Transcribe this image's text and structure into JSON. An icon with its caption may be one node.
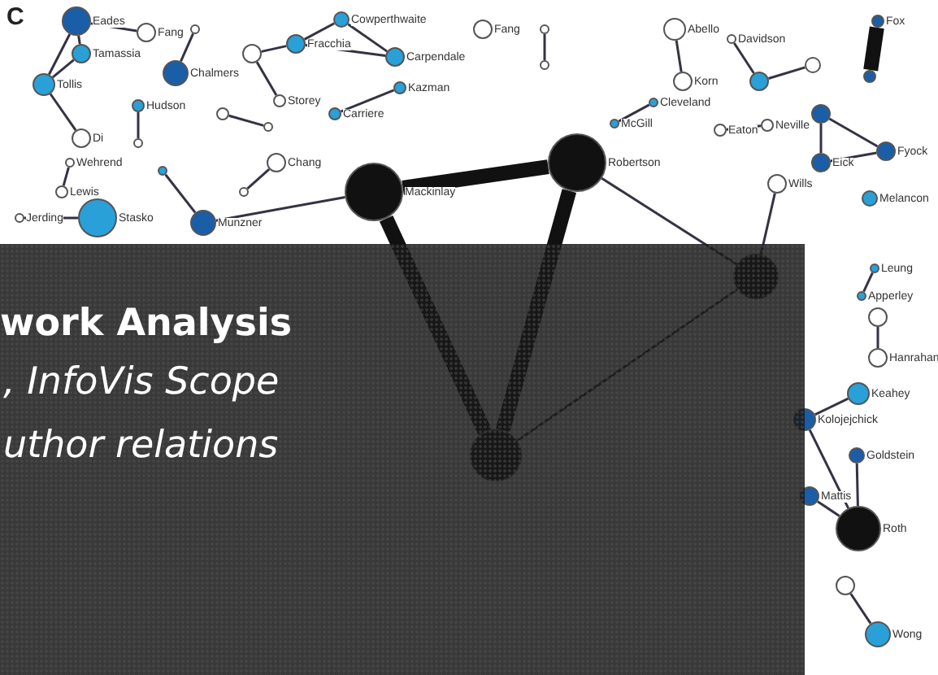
{
  "diagram": {
    "nodes": [
      {
        "text": [
          "Eades"
        ]
      },
      {
        "text": [
          "Fang"
        ]
      },
      {
        "text": [
          "Tamassia"
        ]
      },
      {
        "text": [
          "Tollis"
        ]
      },
      {
        "text": [
          "Di"
        ]
      },
      {
        "text": [],
        "shape": "circle"
      },
      {
        "text": [
          "Chalmers"
        ]
      },
      {
        "text": [
          "Hudson"
        ]
      },
      {
        "text": [],
        "shape": "circle"
      },
      {
        "text": [],
        "shape": "circle"
      },
      {
        "text": [
          "Fracchia"
        ]
      },
      {
        "text": [
          "Cowperthwaite"
        ]
      },
      {
        "text": [
          "Carpendale"
        ]
      },
      {
        "text": [
          "Storey"
        ]
      },
      {
        "text": [
          "Kazman"
        ]
      },
      {
        "text": [
          "Carriere"
        ]
      },
      {
        "text": [],
        "shape": "circle"
      },
      {
        "text": [],
        "shape": "circle"
      },
      {
        "text": [
          "Wehrend"
        ]
      },
      {
        "text": [
          "Lewis"
        ]
      },
      {
        "text": [
          "Stasko"
        ]
      },
      {
        "text": [
          "Jerding"
        ]
      },
      {
        "text": [],
        "shape": "circle"
      },
      {
        "text": [
          "Munzner"
        ]
      },
      {
        "text": [
          "Chang"
        ]
      },
      {
        "text": [],
        "shape": "circle"
      },
      {
        "text": [
          "Mackinlay"
        ]
      },
      {
        "text": [
          "Robertson"
        ]
      },
      {
        "text": [],
        "shape": "circle"
      },
      {
        "text": [],
        "shape": "circle"
      },
      {
        "text": [
          "Fang"
        ]
      },
      {
        "text": [],
        "shape": "circle"
      },
      {
        "text": [],
        "shape": "circle"
      },
      {
        "text": [
          "Abello"
        ]
      },
      {
        "text": [
          "Korn"
        ]
      },
      {
        "text": [
          "Davidson"
        ]
      },
      {
        "text": [],
        "shape": "circle"
      },
      {
        "text": [],
        "shape": "circle"
      },
      {
        "text": [
          "Fox"
        ]
      },
      {
        "text": [],
        "shape": "circle"
      },
      {
        "text": [
          "McGill"
        ]
      },
      {
        "text": [
          "Cleveland"
        ]
      },
      {
        "text": [
          "Eaton"
        ]
      },
      {
        "text": [
          "Neville"
        ]
      },
      {
        "text": [],
        "shape": "circle"
      },
      {
        "text": [
          "Eick"
        ]
      },
      {
        "text": [
          "Fyock"
        ]
      },
      {
        "text": [
          "Wills"
        ]
      },
      {
        "text": [
          "Melancon"
        ]
      },
      {
        "text": [
          "Leung"
        ]
      },
      {
        "text": [
          "Apperley"
        ]
      },
      {
        "text": [],
        "shape": "circle"
      },
      {
        "text": [
          "Hanrahan"
        ]
      },
      {
        "text": [
          "Keahey"
        ]
      },
      {
        "text": [
          "Kolojejchick"
        ]
      },
      {
        "text": [
          "Goldstein"
        ]
      },
      {
        "text": [
          "Mattis"
        ]
      },
      {
        "text": [
          "Roth"
        ]
      },
      {
        "text": [],
        "shape": "circle"
      },
      {
        "text": [
          "Wong"
        ]
      }
    ],
    "edges": [
      {
        "from": 0,
        "to": 1,
        "arrow": "none"
      },
      {
        "from": 0,
        "to": 2,
        "arrow": "none"
      },
      {
        "from": 0,
        "to": 3,
        "arrow": "none"
      },
      {
        "from": 2,
        "to": 3,
        "arrow": "none"
      },
      {
        "from": 3,
        "to": 4,
        "arrow": "none"
      },
      {
        "from": 5,
        "to": 6,
        "arrow": "none"
      },
      {
        "from": 7,
        "to": 8,
        "arrow": "none"
      },
      {
        "from": 9,
        "to": 10,
        "arrow": "none"
      },
      {
        "from": 9,
        "to": 13,
        "arrow": "none"
      },
      {
        "from": 10,
        "to": 11,
        "arrow": "none"
      },
      {
        "from": 10,
        "to": 12,
        "arrow": "none"
      },
      {
        "from": 11,
        "to": 12,
        "arrow": "none"
      },
      {
        "from": 14,
        "to": 15,
        "arrow": "none"
      },
      {
        "from": 16,
        "to": 17,
        "arrow": "none"
      },
      {
        "from": 18,
        "to": 19,
        "arrow": "none"
      },
      {
        "from": 20,
        "to": 21,
        "arrow": "none"
      },
      {
        "from": 22,
        "to": 23,
        "arrow": "none"
      },
      {
        "from": 24,
        "to": 25,
        "arrow": "none"
      },
      {
        "from": 26,
        "to": 27,
        "arrow": "none",
        "style": "thick"
      },
      {
        "from": 26,
        "to": 28,
        "arrow": "none",
        "style": "thick"
      },
      {
        "from": 27,
        "to": 28,
        "arrow": "none",
        "style": "thick"
      },
      {
        "from": 26,
        "to": 23,
        "arrow": "none"
      },
      {
        "from": 27,
        "to": 29,
        "arrow": "none"
      },
      {
        "from": 28,
        "to": 29,
        "arrow": "none"
      },
      {
        "from": 31,
        "to": 32,
        "arrow": "none"
      },
      {
        "from": 33,
        "to": 34,
        "arrow": "none"
      },
      {
        "from": 35,
        "to": 36,
        "arrow": "none"
      },
      {
        "from": 36,
        "to": 37,
        "arrow": "none"
      },
      {
        "from": 38,
        "to": 39,
        "arrow": "none",
        "style": "thick"
      },
      {
        "from": 40,
        "to": 41,
        "arrow": "none"
      },
      {
        "from": 42,
        "to": 43,
        "arrow": "none"
      },
      {
        "from": 44,
        "to": 45,
        "arrow": "none"
      },
      {
        "from": 44,
        "to": 46,
        "arrow": "none"
      },
      {
        "from": 45,
        "to": 46,
        "arrow": "none"
      },
      {
        "from": 47,
        "to": 29,
        "arrow": "none"
      },
      {
        "from": 49,
        "to": 50,
        "arrow": "none"
      },
      {
        "from": 51,
        "to": 52,
        "arrow": "none"
      },
      {
        "from": 53,
        "to": 54,
        "arrow": "none"
      },
      {
        "from": 54,
        "to": 57,
        "arrow": "none"
      },
      {
        "from": 55,
        "to": 57,
        "arrow": "none"
      },
      {
        "from": 56,
        "to": 57,
        "arrow": "none"
      },
      {
        "from": 58,
        "to": 59,
        "arrow": "none"
      }
    ],
    "labels": [
      "C",
      "work Analysis",
      ", InfoVis Scope",
      "uthor relations"
    ]
  }
}
